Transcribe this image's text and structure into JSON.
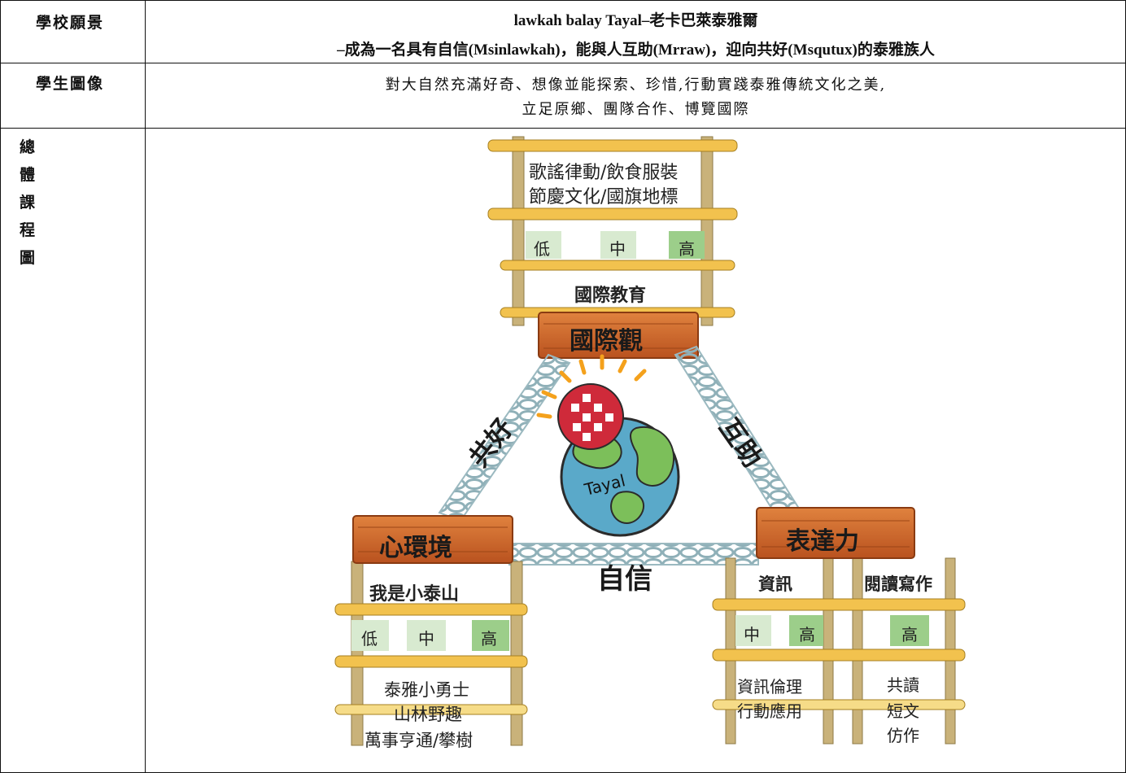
{
  "table": {
    "vision_label": "學校願景",
    "vision_line1": "lawkah balay Tayal–老卡巴萊泰雅爾",
    "vision_line2": "–成為一名具有自信(Msinlawkah)，能與人互助(Mrraw)，迎向共好(Msqutux)的泰雅族人",
    "portrait_label": "學生圖像",
    "portrait_line1": "對大自然充滿好奇、想像並能探索、珍惜,行動實踐泰雅傳統文化之美,",
    "portrait_line2": "立足原鄉、團隊合作、博覽國際",
    "map_label_chars": [
      "總",
      "體",
      "課",
      "程",
      "圖"
    ]
  },
  "diagram": {
    "top_ladder": {
      "topics_line1": "歌謠律動/飲食服裝",
      "topics_line2": "節慶文化/國旗地標",
      "levels": [
        "低",
        "中",
        "高"
      ],
      "course": "國際教育",
      "board": "國際觀"
    },
    "left_ladder": {
      "board": "心環境",
      "course": "我是小泰山",
      "levels": [
        "低",
        "中",
        "高"
      ],
      "topics_line1": "泰雅小勇士",
      "topics_line2": "山林野趣",
      "topics_line3": "萬事亨通/攀樹"
    },
    "right_ladder": {
      "board": "表達力",
      "info_title": "資訊",
      "info_levels": [
        "中",
        "高"
      ],
      "info_topics_line1": "資訊倫理",
      "info_topics_line2": "行動應用",
      "read_title": "閱讀寫作",
      "read_levels": [
        "高"
      ],
      "read_topics_line1": "共讀",
      "read_topics_line2": "短文",
      "read_topics_line3": "仿作"
    },
    "rope_left": "共好",
    "rope_right": "互助",
    "rope_bottom": "自信",
    "globe_text": "Tayal"
  },
  "colors": {
    "wood": "#d2692c",
    "wood_dark": "#8a3b12",
    "rope": "#a9c3c8",
    "level_light": "#d8ead0",
    "level_dark": "#9cce8a",
    "rung": "#f2c24e",
    "ocean": "#5aa9c9",
    "land": "#7cbf5a"
  }
}
